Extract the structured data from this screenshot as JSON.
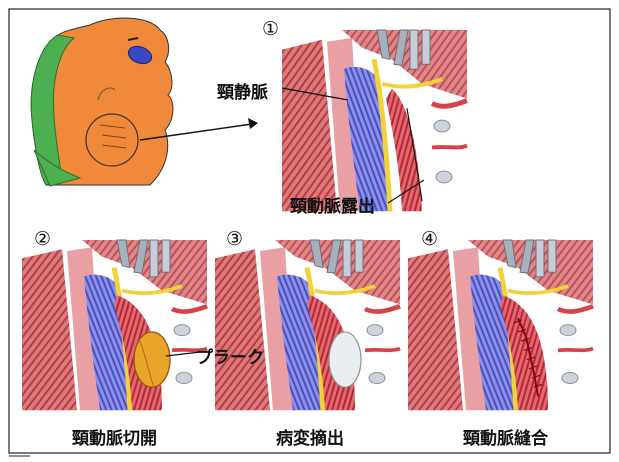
{
  "labels": {
    "step1_marker": "①",
    "step2_marker": "②",
    "step3_marker": "③",
    "step4_marker": "④",
    "jugular_vein": "頸静脈",
    "carotid_exposure": "頸動脈露出",
    "plaque": "プラーク",
    "carotid_incision": "頸動脈切開",
    "lesion_removal": "病変摘出",
    "carotid_suture": "頸動脈縫合"
  },
  "colors": {
    "skin": "#f08a3a",
    "hair": "#4caf50",
    "muscle": "#c8585c",
    "vein": "#6a6fd8",
    "artery": "#d8404a",
    "nerve": "#f2d23a",
    "plaque": "#e8a52a",
    "instrument": "#a8b0bc"
  }
}
